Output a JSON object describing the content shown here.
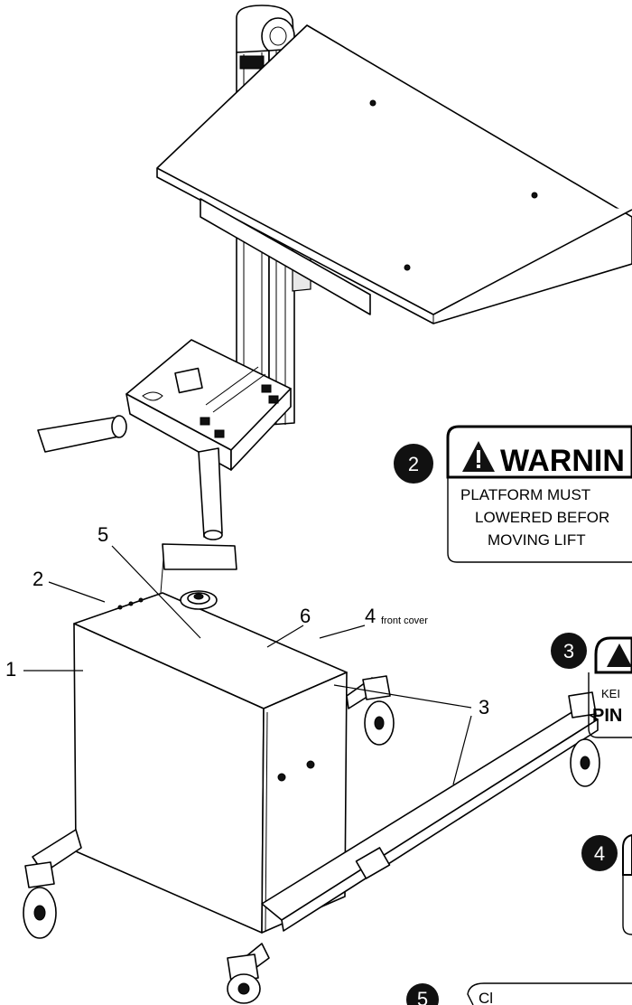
{
  "figure": {
    "part_labels": [
      "1",
      "2",
      "3",
      "4",
      "5",
      "6"
    ],
    "front_cover_note": "front cover"
  },
  "warning_labels": [
    {
      "number": "2",
      "title": "WARNIN",
      "lines": [
        "PLATFORM MUST",
        "LOWERED BEFOR",
        "MOVING LIFT"
      ]
    },
    {
      "number": "3",
      "lines": [
        "KEI",
        "PIN"
      ]
    },
    {
      "number": "4"
    },
    {
      "number": "5",
      "text": "Cl"
    }
  ]
}
